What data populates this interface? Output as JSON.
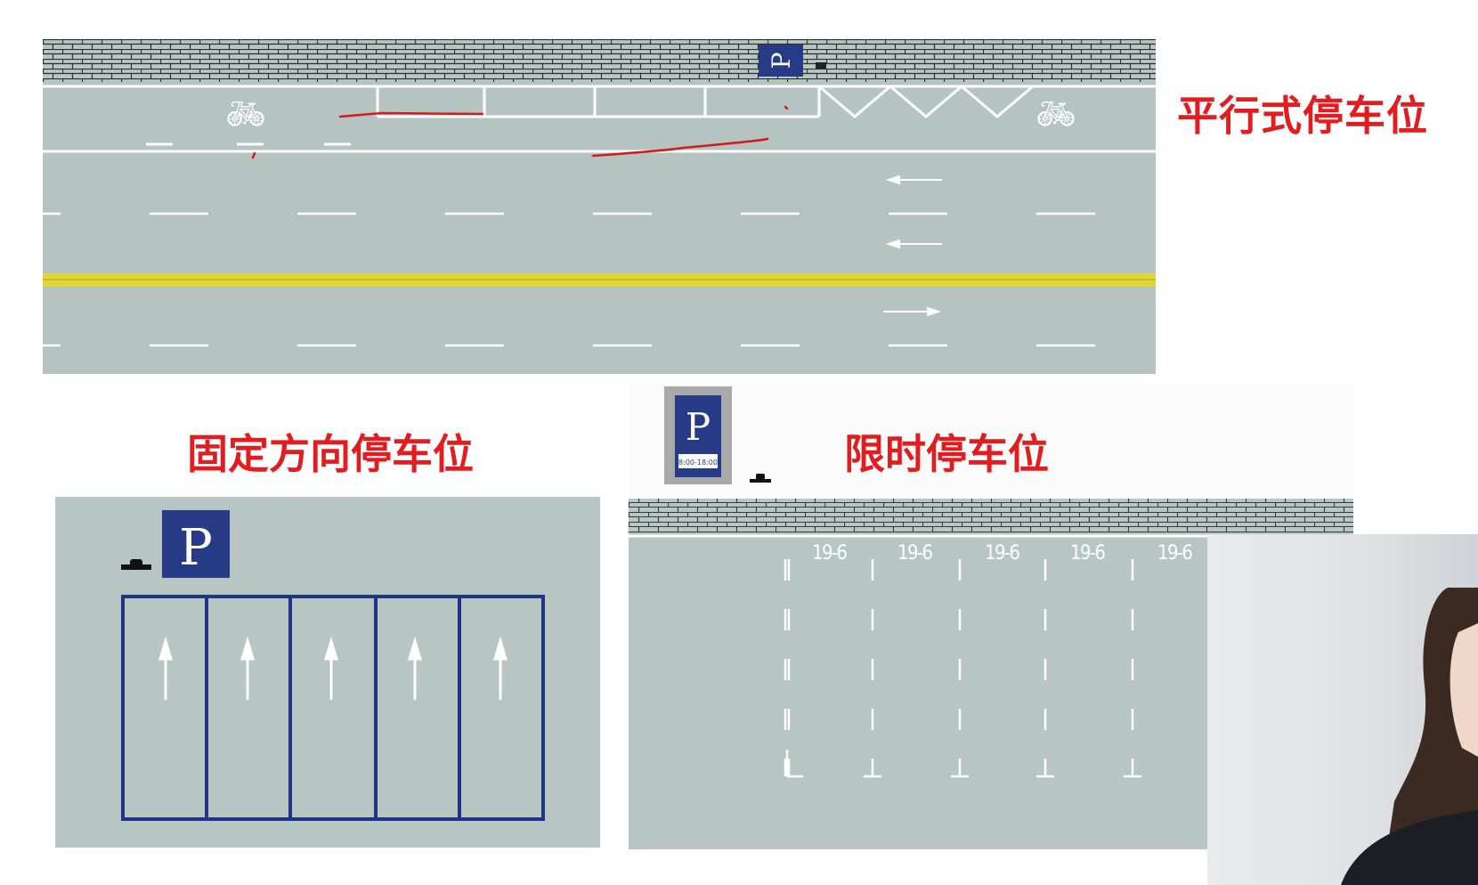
{
  "titles": {
    "parallel": "平行式停车位",
    "fixed_direction": "固定方向停车位",
    "time_limited": "限时停车位"
  },
  "signs": {
    "parking_letter": "P",
    "time_plate": "8:00-18:00"
  },
  "stall_markings": [
    "19-6",
    "19-6",
    "19-6",
    "19-6",
    "19-6"
  ],
  "colors": {
    "road": "#b5c3c1",
    "lane_line": "#ffffff",
    "center_line": "#e2d636",
    "sign_blue": "#263a86",
    "fixed_stall_outline": "#1f3583",
    "annotation": "#d21c1c",
    "title_red": "#e11d20"
  }
}
